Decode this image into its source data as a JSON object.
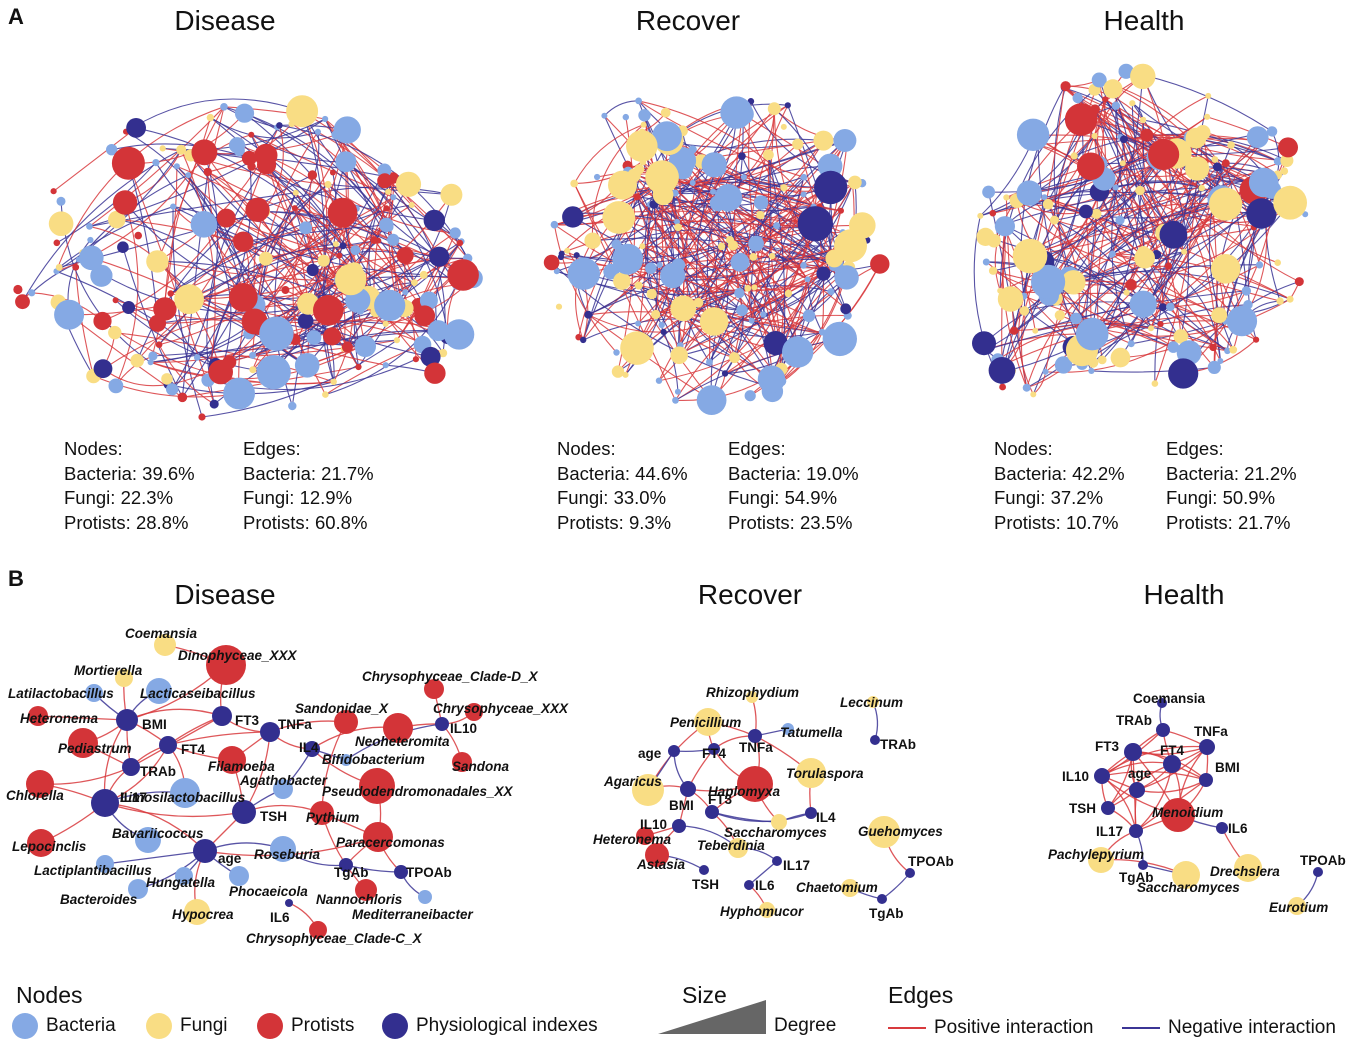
{
  "panels": {
    "a": {
      "letter": "A"
    },
    "b": {
      "letter": "B"
    }
  },
  "colors": {
    "bacteria": "#85a9e4",
    "fungi": "#f9dd84",
    "protists": "#d33438",
    "physiological": "#332f8f",
    "positive": "#d83a3d",
    "negative": "#3b3595",
    "text": "#111111"
  },
  "networks": [
    {
      "title": "Disease",
      "nodes_heading": "Nodes:",
      "edges_heading": "Edges:",
      "nodes": [
        {
          "label": "Bacteria:",
          "value": "39.6%"
        },
        {
          "label": "Fungi:",
          "value": "22.3%"
        },
        {
          "label": "Protists:",
          "value": "28.8%"
        }
      ],
      "edges": [
        {
          "label": "Bacteria:",
          "value": "21.7%"
        },
        {
          "label": "Fungi:",
          "value": "12.9%"
        },
        {
          "label": "Protists:",
          "value": "60.8%"
        }
      ]
    },
    {
      "title": "Recover",
      "nodes_heading": "Nodes:",
      "edges_heading": "Edges:",
      "nodes": [
        {
          "label": "Bacteria:",
          "value": "44.6%"
        },
        {
          "label": "Fungi:",
          "value": "33.0%"
        },
        {
          "label": "Protists:",
          "value": "9.3%"
        }
      ],
      "edges": [
        {
          "label": "Bacteria:",
          "value": "19.0%"
        },
        {
          "label": "Fungi:",
          "value": "54.9%"
        },
        {
          "label": "Protists:",
          "value": "23.5%"
        }
      ]
    },
    {
      "title": "Health",
      "nodes_heading": "Nodes:",
      "edges_heading": "Edges:",
      "nodes": [
        {
          "label": "Bacteria:",
          "value": "42.2%"
        },
        {
          "label": "Fungi:",
          "value": "37.2%"
        },
        {
          "label": "Protists:",
          "value": "10.7%"
        }
      ],
      "edges": [
        {
          "label": "Bacteria:",
          "value": "21.2%"
        },
        {
          "label": "Fungi:",
          "value": "50.9%"
        },
        {
          "label": "Protists:",
          "value": "21.7%"
        }
      ]
    }
  ],
  "subnetworks": [
    {
      "title": "Disease",
      "labels": [
        "Coemansia",
        "Dinophyceae_XXX",
        "Mortierella",
        "Chrysophyceae_Clade-D_X",
        "Latilactobacillus",
        "Lacticaseibacillus",
        "Chrysophyceae_XXX",
        "Heteronema",
        "BMI",
        "FT3",
        "Sandonidae_X",
        "Neoheteromita",
        "IL10",
        "TNFa",
        "Pediastrum",
        "FT4",
        "IL4",
        "Bifidobacterium",
        "Sandona",
        "TRAb",
        "Filamoeba",
        "Chlorella",
        "Limosilactobacillus",
        "Agathobacter",
        "Pseudodendromonadales_XX",
        "IL17",
        "TSH",
        "Pythium",
        "Lepocinclis",
        "Bavariicoccus",
        "Paracercomonas",
        "age",
        "Roseburia",
        "Lactiplantibacillus",
        "Hungatella",
        "TgAb",
        "TPOAb",
        "Phocaeicola",
        "Nannochloris",
        "Bacteroides",
        "Mediterraneibacter",
        "Hypocrea",
        "IL6",
        "Chrysophyceae_Clade-C_X"
      ]
    },
    {
      "title": "Recover",
      "labels": [
        "Rhizophydium",
        "Leccinum",
        "Penicillium",
        "Tatumella",
        "TRAb",
        "age",
        "FT4",
        "TNFa",
        "Torulaspora",
        "Agaricus",
        "Haplomyxa",
        "BMI",
        "FT3",
        "IL4",
        "IL10",
        "Saccharomyces",
        "Guehomyces",
        "Heteronema",
        "Teberdinia",
        "IL17",
        "Astasia",
        "TPOAb",
        "TSH",
        "IL6",
        "Chaetomium",
        "TgAb",
        "Hyphomucor"
      ]
    },
    {
      "title": "Health",
      "labels": [
        "Coemansia",
        "TRAb",
        "TNFa",
        "FT3",
        "FT4",
        "IL10",
        "age",
        "BMI",
        "TSH",
        "Menoidium",
        "IL17",
        "IL6",
        "Pachylepyrium",
        "TPOAb",
        "TgAb",
        "Drechslera",
        "Saccharomyces",
        "Eurotium"
      ]
    }
  ],
  "legend": {
    "nodes_title": "Nodes",
    "node_types": [
      {
        "key": "bacteria",
        "label": "Bacteria"
      },
      {
        "key": "fungi",
        "label": "Fungi"
      },
      {
        "key": "protists",
        "label": "Protists"
      },
      {
        "key": "physiological",
        "label": "Physiological indexes"
      }
    ],
    "size_title": "Size",
    "size_label": "Degree",
    "edges_title": "Edges",
    "edge_types": [
      {
        "key": "positive",
        "label": "Positive interaction"
      },
      {
        "key": "negative",
        "label": "Negative interaction"
      }
    ]
  }
}
